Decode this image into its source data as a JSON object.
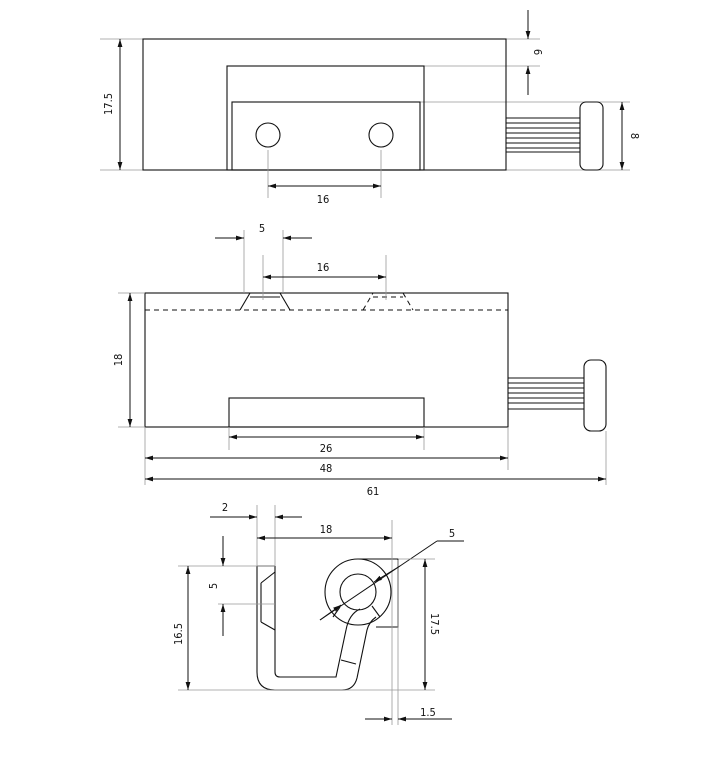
{
  "top_view": {
    "dims": {
      "height": "17.5",
      "offset": "6",
      "hole_spacing": "16",
      "knob_height": "8"
    }
  },
  "front_view": {
    "dims": {
      "height": "18",
      "countersink": "5",
      "hole_spacing": "16",
      "slot_width": "26",
      "body_length": "48",
      "overall_length": "61"
    }
  },
  "side_view": {
    "dims": {
      "thickness": "2",
      "width": "18",
      "hole_diameter": "5",
      "hole_offset": "5",
      "left_height": "16.5",
      "right_height": "17.5",
      "gap": "1.5"
    }
  }
}
